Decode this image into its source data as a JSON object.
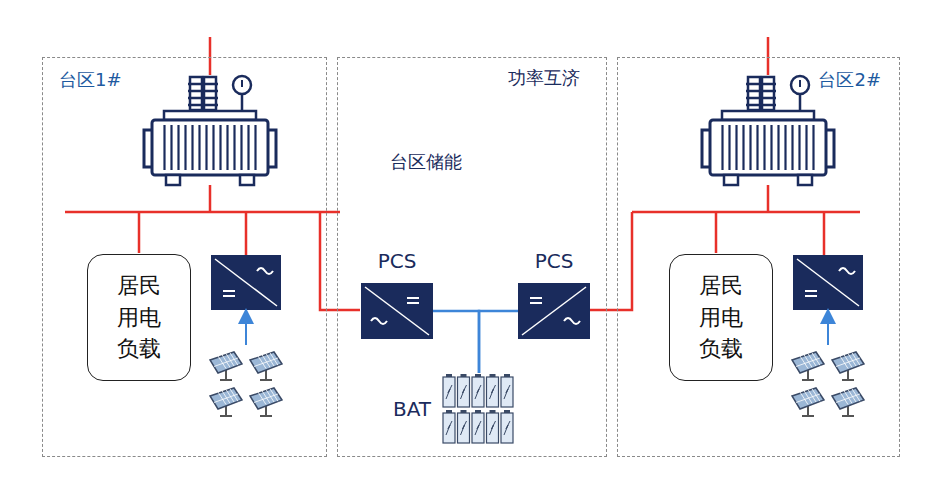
{
  "diagram": {
    "nodes": [
      {
        "text": [
          "台区1#"
        ]
      },
      {
        "text": [
          "居民用电负载"
        ],
        "in": 0
      },
      {
        "text": [
          "功率互济",
          "台区储能"
        ]
      },
      {
        "text": [
          "PCS"
        ],
        "in": 2
      },
      {
        "text": [
          "PCS"
        ],
        "in": 2
      },
      {
        "text": [
          "BAT"
        ],
        "in": 2
      },
      {
        "text": [
          "台区2#"
        ]
      },
      {
        "text": [
          "居民用电负载"
        ],
        "in": 6
      }
    ],
    "edges": [
      {
        "from": 3,
        "to": 5,
        "arrow": "none"
      },
      {
        "from": 4,
        "to": 5,
        "arrow": "none"
      }
    ]
  }
}
